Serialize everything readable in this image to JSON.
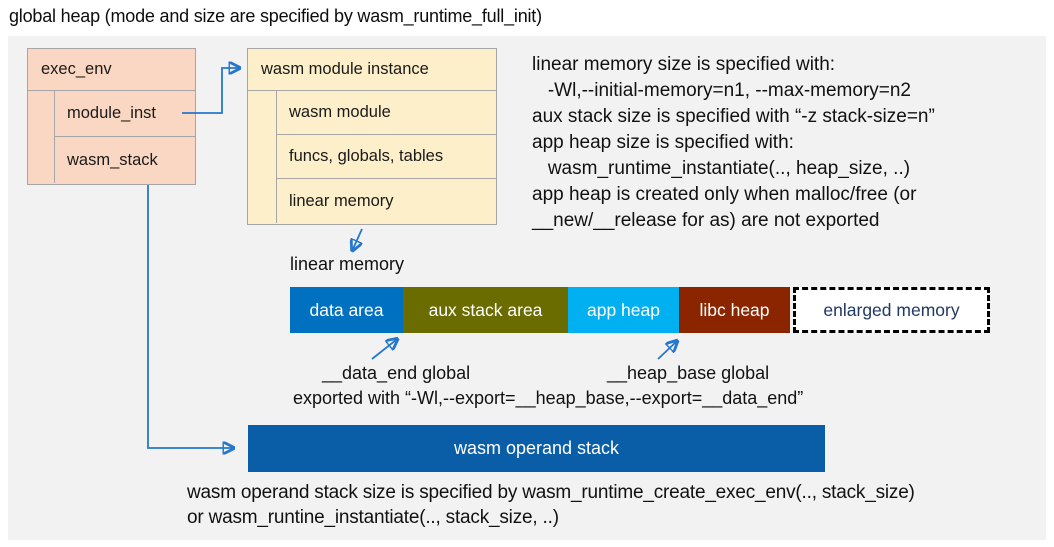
{
  "title": "global heap (mode and size are specified by wasm_runtime_full_init)",
  "exec_env_box": {
    "header": "exec_env",
    "rows": [
      "module_inst",
      "wasm_stack"
    ]
  },
  "module_instance_box": {
    "header": "wasm module instance",
    "rows": [
      "wasm module",
      "funcs, globals, tables",
      "linear memory"
    ]
  },
  "notes": {
    "lines": [
      "linear memory size is specified with:",
      "   -Wl,--initial-memory=n1, --max-memory=n2",
      "aux stack size is specified with “-z stack-size=n”",
      "app heap size is specified with:",
      "   wasm_runtime_instantiate(.., heap_size, ..)",
      "app heap is created only when malloc/free (or",
      "__new/__release for as) are not exported"
    ]
  },
  "linear_memory": {
    "label": "linear memory",
    "segments": [
      {
        "label": "data area",
        "color": "#0070c0",
        "text_color": "#ffffff"
      },
      {
        "label": "aux stack area",
        "color": "#6b6c00",
        "text_color": "#ffffff"
      },
      {
        "label": "app heap",
        "color": "#00b0f0",
        "text_color": "#ffffff"
      },
      {
        "label": "libc heap",
        "color": "#8a2500",
        "text_color": "#ffffff"
      },
      {
        "label": "enlarged memory",
        "color": "#ffffff",
        "text_color": "#1f3864",
        "border": "dashed-black"
      }
    ]
  },
  "annotations": {
    "data_end_label": "__data_end global",
    "heap_base_label": "__heap_base global",
    "export_line": "exported with “-Wl,--export=__heap_base,--export=__data_end”"
  },
  "operand_stack": {
    "label": "wasm operand stack",
    "color": "#0a5ea8"
  },
  "footer": {
    "lines": [
      "wasm operand stack size is specified by wasm_runtime_create_exec_env(.., stack_size)",
      "or wasm_runtine_instantiate(.., stack_size, ..)"
    ]
  },
  "colors": {
    "panel_background": "#f2f2f2",
    "exec_env_fill": "#fad7c3",
    "module_instance_fill": "#fcefc9",
    "box_border": "#a6a6a6",
    "arrow": "#2577ce",
    "enlarged_memory_text": "#1f3864"
  }
}
